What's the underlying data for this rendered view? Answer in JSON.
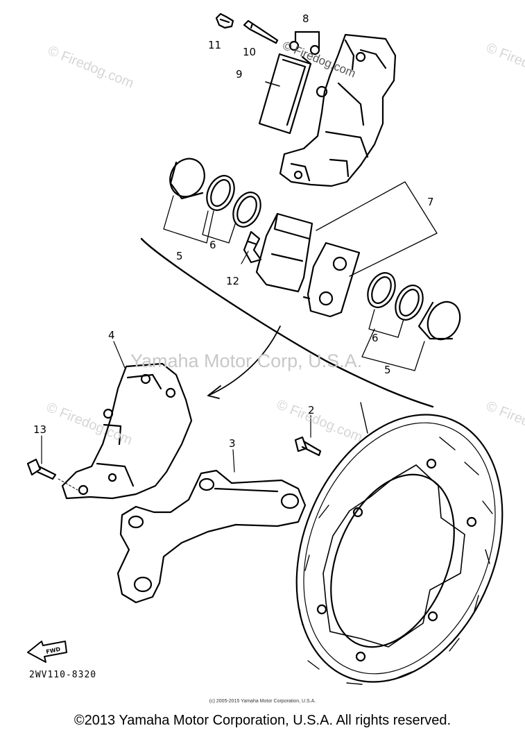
{
  "callouts": {
    "c11": "11",
    "c10": "10",
    "c9": "9",
    "c8": "8",
    "c7": "7",
    "c5a": "5",
    "c6a": "6",
    "c12": "12",
    "c6b": "6",
    "c5b": "5",
    "c4": "4",
    "c13": "13",
    "c2": "2",
    "c3": "3"
  },
  "watermarks": {
    "firedog": "© Firedog.com",
    "firedog_top": "© Firedog.com",
    "center": "Yamaha Motor Corp, U.S.A."
  },
  "fwd_label": "FWD",
  "part_number": "2WV110-8320",
  "small_copyright": "(c) 2005-2015 Yamaha Motor Corporation, U.S.A.",
  "copyright": "©2013 Yamaha Motor Corporation, U.S.A. All rights reserved."
}
